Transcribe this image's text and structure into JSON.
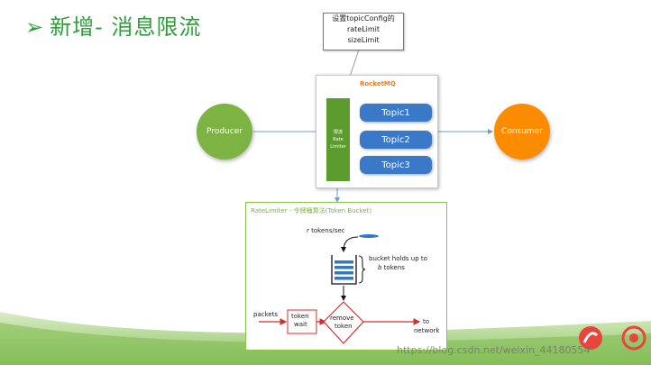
{
  "title": {
    "arrow": "➢",
    "text": "新增- 消息限流"
  },
  "callout": {
    "line1": "设置topicConfig的",
    "line2": "rateLimit",
    "line3": "sizeLimit"
  },
  "producer": {
    "label": "Producer"
  },
  "consumer": {
    "label": "Consumer"
  },
  "mq": {
    "label": "RocketMQ",
    "limiter": {
      "line1": "限流",
      "line2": "Rate",
      "line3": "Limiter"
    },
    "topics": [
      "Topic1",
      "Topic2",
      "Topic3"
    ]
  },
  "ratelimiter": {
    "title": "RateLimiter - 令牌桶算法(Token Bucket)",
    "rate_prefix": "r",
    "rate_text": " tokens/sec",
    "bucket_line1": "bucket holds up to",
    "bucket_prefix": "b",
    "bucket_line2": " tokens",
    "packets": "packets",
    "token_wait_1": "token",
    "token_wait_2": "wait",
    "remove_1": "remove",
    "remove_2": "token",
    "to_1": "to",
    "to_2": "network"
  },
  "watermark": "https://blog.csdn.net/weixin_44180554",
  "colors": {
    "accent": "#2e9e3a",
    "topic": "#3a78c8",
    "producer": "#7cb342",
    "consumer": "#fb8c00",
    "limiter": "#5c9b2e",
    "flow": "#d32f2f"
  }
}
